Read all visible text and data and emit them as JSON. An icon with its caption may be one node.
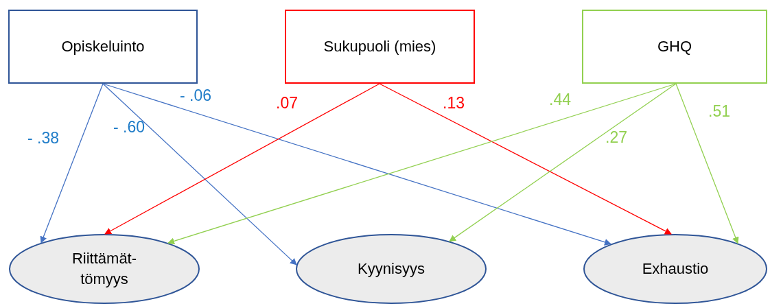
{
  "diagram": {
    "nodes": [
      {
        "text": [
          "Opiskeluinto"
        ]
      },
      {
        "text": [
          "Sukupuoli (mies)"
        ]
      },
      {
        "text": [
          "GHQ"
        ]
      },
      {
        "text": [
          "Riittämät- tömyys"
        ]
      },
      {
        "text": [
          "Kyynisyys"
        ]
      },
      {
        "text": [
          "Exhaustio"
        ]
      }
    ],
    "edges": [
      {
        "from": 0,
        "to": 3,
        "arrow": "to",
        "label": "- .38",
        "color": "#4472c4"
      },
      {
        "from": 0,
        "to": 4,
        "arrow": "to",
        "label": "- .60",
        "color": "#4472c4"
      },
      {
        "from": 0,
        "to": 5,
        "arrow": "to",
        "label": "- .06",
        "color": "#4472c4"
      },
      {
        "from": 1,
        "to": 3,
        "arrow": "to",
        "label": ".07",
        "color": "#ff0000"
      },
      {
        "from": 1,
        "to": 5,
        "arrow": "to",
        "label": ".13",
        "color": "#ff0000"
      },
      {
        "from": 2,
        "to": 3,
        "arrow": "to",
        "label": ".44",
        "color": "#92d050"
      },
      {
        "from": 2,
        "to": 4,
        "arrow": "to",
        "label": ".27",
        "color": "#92d050"
      },
      {
        "from": 2,
        "to": 5,
        "arrow": "to",
        "label": ".51",
        "color": "#92d050"
      }
    ]
  }
}
